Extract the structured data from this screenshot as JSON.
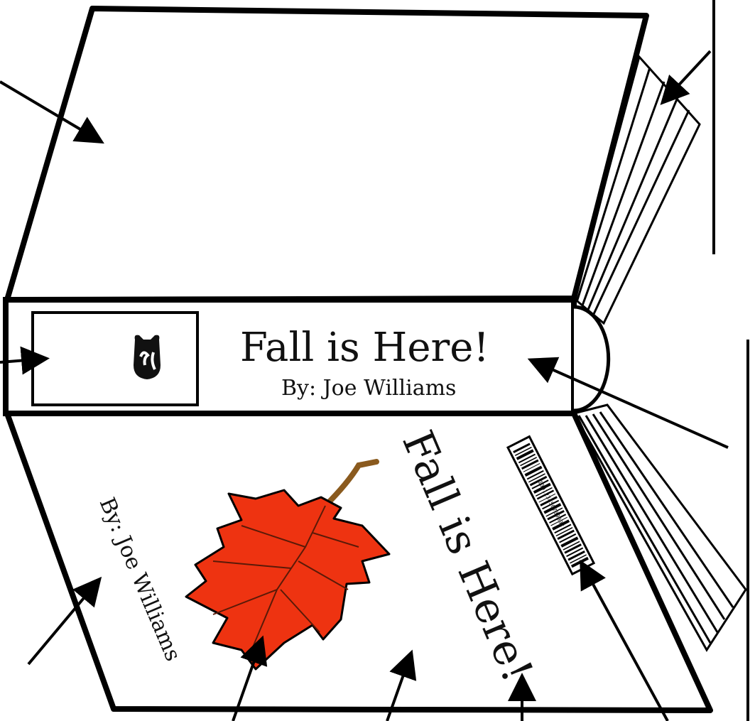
{
  "spine": {
    "title": "Fall is Here!",
    "author": "By: Joe Williams"
  },
  "front_cover": {
    "title": "Fall is Here!",
    "author": "By: Joe Williams"
  },
  "barcode": {
    "number": "100123456789002"
  },
  "colors": {
    "leaf": "#ee3311",
    "leaf_veins": "#5a1a08",
    "stem": "#8a5a1e",
    "outline": "#000000"
  },
  "icons": {
    "publisher_logo": "publisher-logo-icon",
    "leaf": "maple-leaf-icon"
  }
}
